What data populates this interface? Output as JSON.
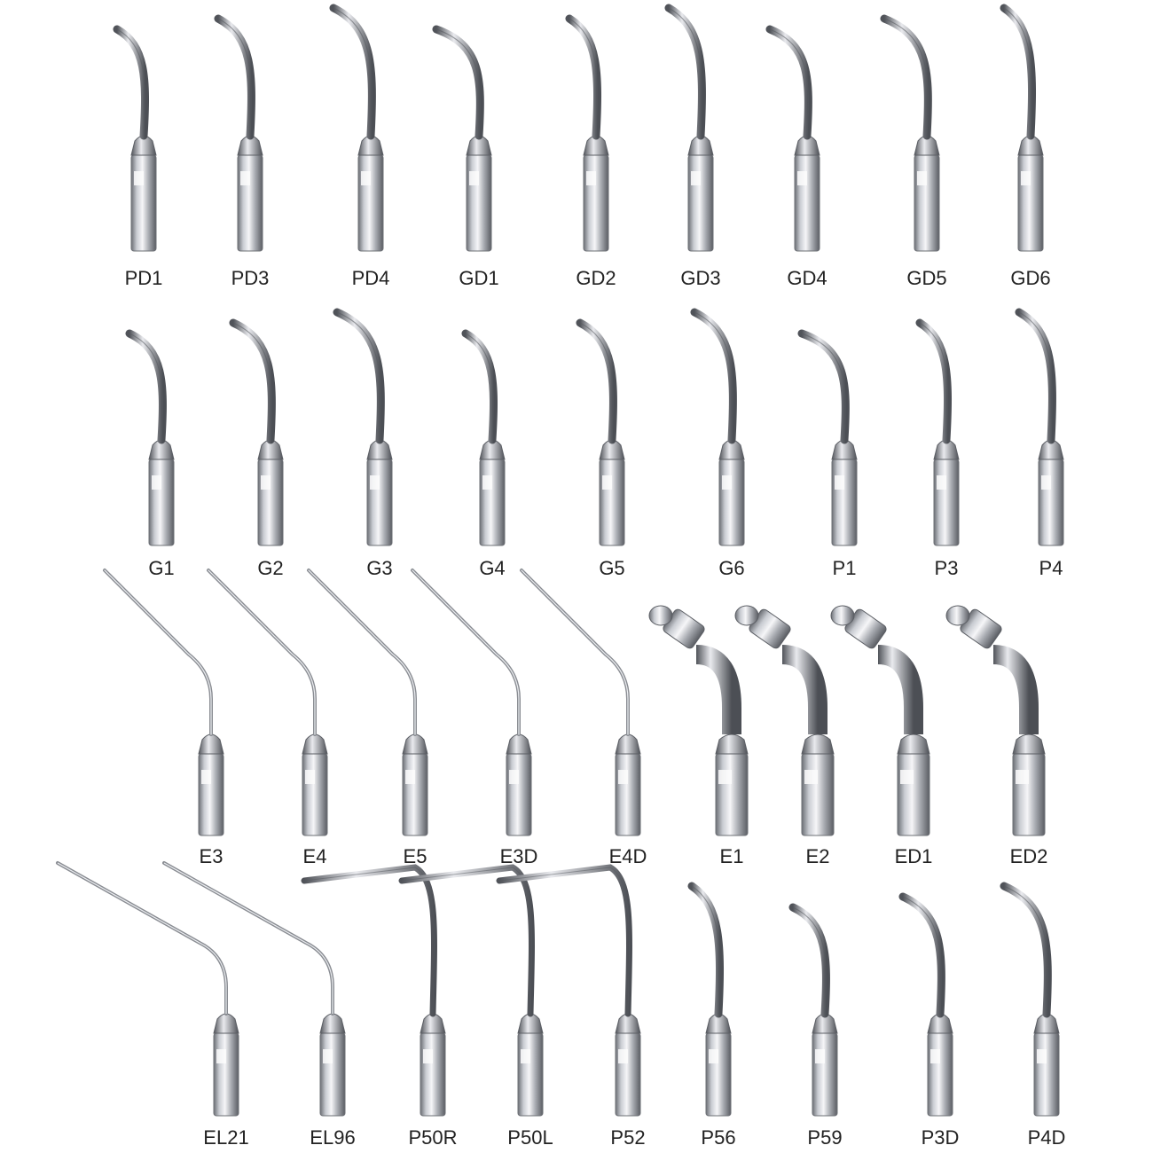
{
  "colors": {
    "background": "#ffffff",
    "label": "#222222",
    "steel_light": "#f4f4f6",
    "steel_mid": "#b9bcc2",
    "steel_dark": "#55585e"
  },
  "rows": [
    {
      "tips": [
        {
          "label": "PD1",
          "shape": "scaler"
        },
        {
          "label": "PD3",
          "shape": "scaler"
        },
        {
          "label": "PD4",
          "shape": "scaler"
        },
        {
          "label": "GD1",
          "shape": "scaler"
        },
        {
          "label": "GD2",
          "shape": "scaler"
        },
        {
          "label": "GD3",
          "shape": "scaler"
        },
        {
          "label": "GD4",
          "shape": "scaler"
        },
        {
          "label": "GD5",
          "shape": "scaler"
        },
        {
          "label": "GD6",
          "shape": "scaler"
        }
      ]
    },
    {
      "tips": [
        {
          "label": "G1",
          "shape": "scaler"
        },
        {
          "label": "G2",
          "shape": "scaler"
        },
        {
          "label": "G3",
          "shape": "scaler"
        },
        {
          "label": "G4",
          "shape": "scaler"
        },
        {
          "label": "G5",
          "shape": "scaler"
        },
        {
          "label": "G6",
          "shape": "scaler"
        },
        {
          "label": "P1",
          "shape": "scaler"
        },
        {
          "label": "P3",
          "shape": "scaler"
        },
        {
          "label": "P4",
          "shape": "scaler"
        }
      ]
    },
    {
      "tips": [
        {
          "label": "E3",
          "shape": "endo"
        },
        {
          "label": "E4",
          "shape": "endo"
        },
        {
          "label": "E5",
          "shape": "endo"
        },
        {
          "label": "E3D",
          "shape": "endo"
        },
        {
          "label": "E4D",
          "shape": "endo"
        },
        {
          "label": "E1",
          "shape": "endo-holder"
        },
        {
          "label": "E2",
          "shape": "endo-holder"
        },
        {
          "label": "ED1",
          "shape": "endo-holder"
        },
        {
          "label": "ED2",
          "shape": "endo-holder"
        }
      ]
    },
    {
      "tips": [
        {
          "label": "EL21",
          "shape": "long"
        },
        {
          "label": "EL96",
          "shape": "long"
        },
        {
          "label": "P50R",
          "shape": "hook"
        },
        {
          "label": "P50L",
          "shape": "hook"
        },
        {
          "label": "P52",
          "shape": "hook"
        },
        {
          "label": "P56",
          "shape": "scaler"
        },
        {
          "label": "P59",
          "shape": "scaler"
        },
        {
          "label": "P3D",
          "shape": "scaler"
        },
        {
          "label": "P4D",
          "shape": "scaler"
        }
      ]
    }
  ]
}
